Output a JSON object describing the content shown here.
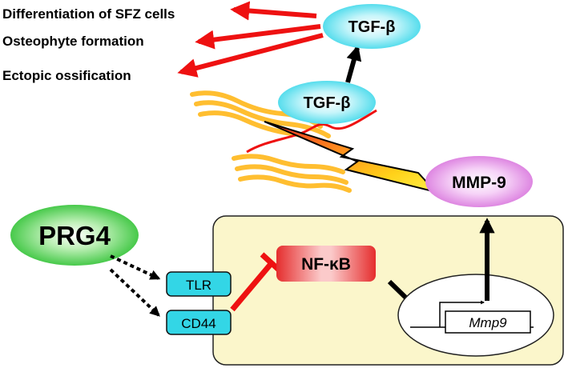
{
  "outcomes": [
    "Differentiation of SFZ cells",
    "Osteophyte formation",
    "Ectopic ossification"
  ],
  "tgf_beta_active": "TGF-β",
  "tgf_beta_latent": "TGF-β",
  "mmp9_protein": "MMP-9",
  "prg4": "PRG4",
  "receptors": {
    "tlr": "TLR",
    "cd44": "CD44"
  },
  "nfkb": "NF-κB",
  "gene": "Mmp9",
  "colors": {
    "activation_arrow": "#ee1111",
    "inhibition": "#ee1111",
    "flow_arrow": "#000000",
    "tgf_ellipse": "#66e6f3",
    "mmp9_ellipse": "#e58ee8",
    "prg4_ellipse": "#43c846",
    "receptor_box": "#33d6e6",
    "nfkb_box": "#ee3b3b",
    "cell_fill": "#fbf6cb",
    "collagen_fiber": "#ffbe30"
  }
}
